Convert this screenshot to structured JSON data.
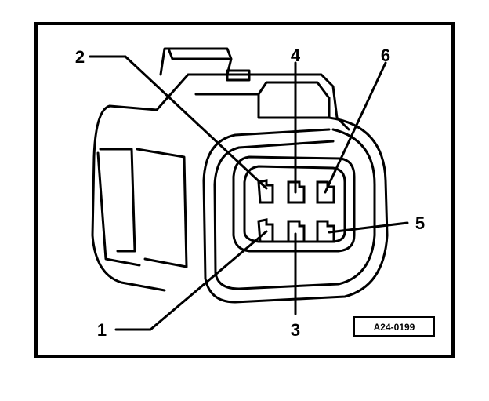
{
  "figure": {
    "figure_code": "A24-0199",
    "component": "6-pin connector housing"
  },
  "pin_labels": [
    "1",
    "2",
    "3",
    "4",
    "5",
    "6"
  ]
}
